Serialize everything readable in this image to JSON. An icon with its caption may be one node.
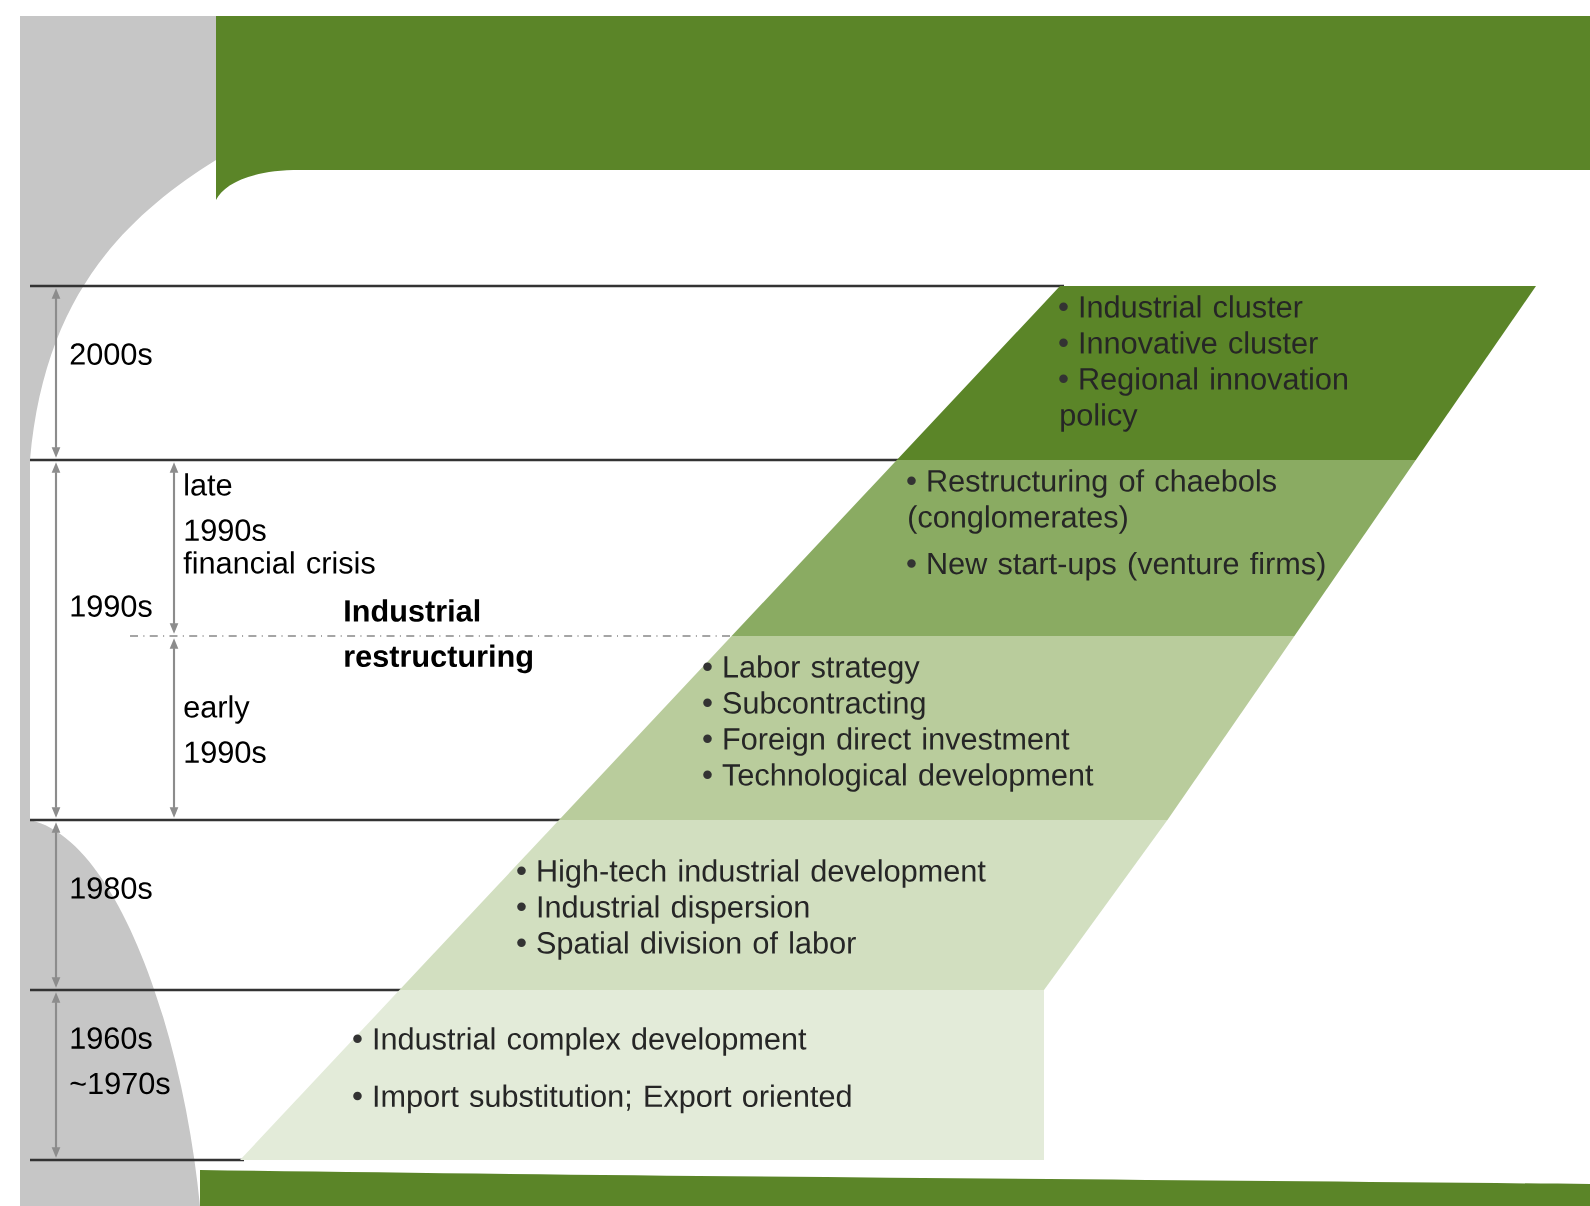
{
  "diagram": {
    "nodes": [
      {
        "text": [
          "Industrial cluster",
          "Innovative cluster",
          "Regional innovation policy"
        ]
      },
      {
        "text": [
          "Restructuring of chaebols (conglomerates)",
          "New start-ups (venture firms)"
        ]
      },
      {
        "text": [
          "Labor strategy",
          "Subcontracting",
          "Foreign direct investment",
          "Technological development"
        ]
      },
      {
        "text": [
          "High-tech industrial development",
          "Industrial dispersion",
          "Spatial division of labor"
        ]
      },
      {
        "text": [
          "Industrial complex development",
          "Import substitution; Export oriented"
        ]
      }
    ],
    "labels": [
      "2000s",
      "late 1990s",
      "financial crisis",
      "1990s",
      "Industrial restructuring",
      "early 1990s",
      "1980s",
      "1960s ~1970s"
    ]
  }
}
